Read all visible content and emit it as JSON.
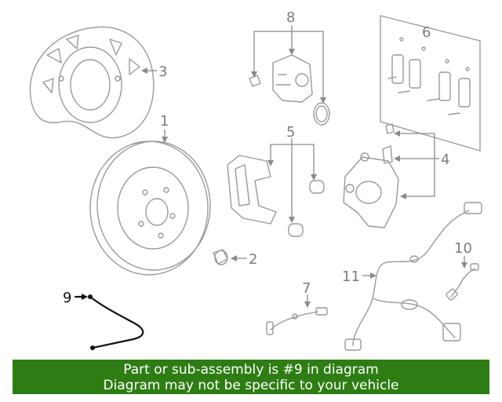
{
  "callouts": [
    "1",
    "2",
    "3",
    "4",
    "5",
    "6",
    "7",
    "8",
    "9",
    "10",
    "11"
  ],
  "highlighted_part": "9",
  "banner": {
    "line1": "Part or sub-assembly is #9 in diagram",
    "line2": "Diagram may not be specific to your vehicle",
    "color": "#2e7d14"
  }
}
